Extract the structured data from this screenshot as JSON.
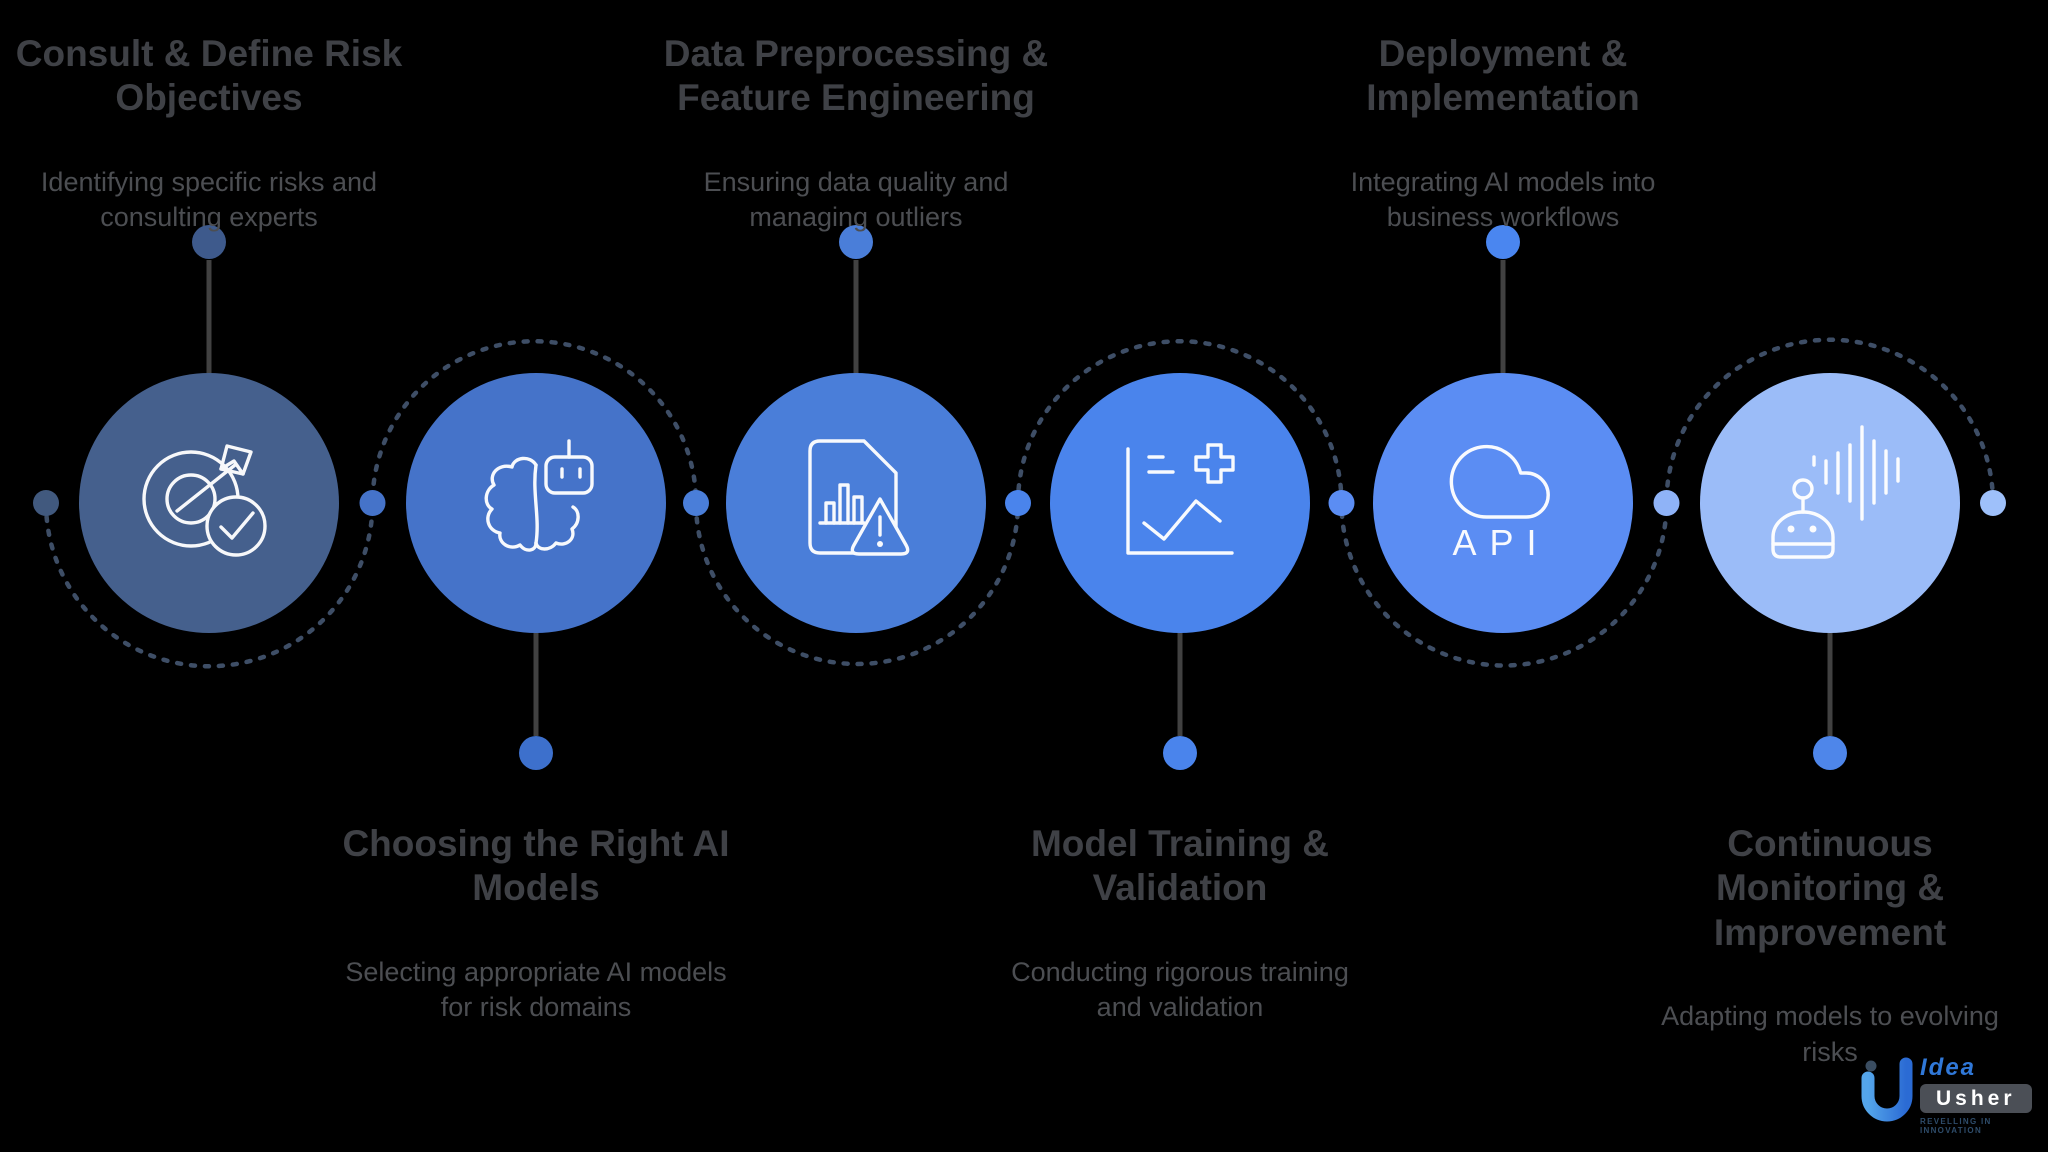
{
  "background_color": "#000000",
  "icon": {
    "stroke": "#FFFFFF"
  },
  "connector": {
    "dash_color": "#3E4E66",
    "line_color": "#414141",
    "mid_dot_colors": [
      "#41597E",
      "#4573C9",
      "#4A7ED9",
      "#4A84EC",
      "#5B8DF3",
      "#8FB3F7",
      "#9EC0FA"
    ]
  },
  "text_colors": {
    "title": "#3F4146",
    "description": "#4C4E52"
  },
  "steps": [
    {
      "id": 1,
      "position": "top",
      "title": "Consult & Define Risk\nObjectives",
      "description": "Identifying specific risks and\nconsulting experts",
      "circle_color": "#45608D",
      "dot_color": "#3E5A8C",
      "icon": "target-arrow-check"
    },
    {
      "id": 2,
      "position": "bottom",
      "title": "Choosing the Right AI\nModels",
      "description": "Selecting appropriate AI models\nfor risk domains",
      "circle_color": "#4573C9",
      "dot_color": "#3D70CC",
      "icon": "brain-robot"
    },
    {
      "id": 3,
      "position": "top",
      "title": "Data Preprocessing &\nFeature Engineering",
      "description": "Ensuring data quality and\nmanaging outliers",
      "circle_color": "#4A7ED9",
      "dot_color": "#4A7ED9",
      "icon": "document-chart-warning"
    },
    {
      "id": 4,
      "position": "bottom",
      "title": "Model Training &\nValidation",
      "description": "Conducting rigorous training\nand validation",
      "circle_color": "#4A84EC",
      "dot_color": "#4A84EC",
      "icon": "chart-line-plus"
    },
    {
      "id": 5,
      "position": "top",
      "title": "Deployment &\nImplementation",
      "description": "Integrating AI models into\nbusiness workflows",
      "circle_color": "#5B8DF3",
      "dot_color": "#4A86F0",
      "icon": "cloud-api",
      "icon_label": "API"
    },
    {
      "id": 6,
      "position": "bottom",
      "title": "Continuous\nMonitoring &\nImprovement",
      "description": "Adapting models to evolving\nrisks",
      "circle_color": "#9BBCF8",
      "dot_color": "#4E86EA",
      "icon": "robot-voice-waves"
    }
  ],
  "logo": {
    "idea": "Idea",
    "usher": "Usher",
    "tagline": "REVELLING IN INNOVATION",
    "idea_color": "#3078D8",
    "usher_bg": "#4B4F56",
    "usher_text_color": "#FFFFFF",
    "tagline_color": "#2E4C6A",
    "mark_gradient": [
      "#54A5EA",
      "#2B6BD4"
    ],
    "mark_dot_color": "#3A4D61"
  }
}
